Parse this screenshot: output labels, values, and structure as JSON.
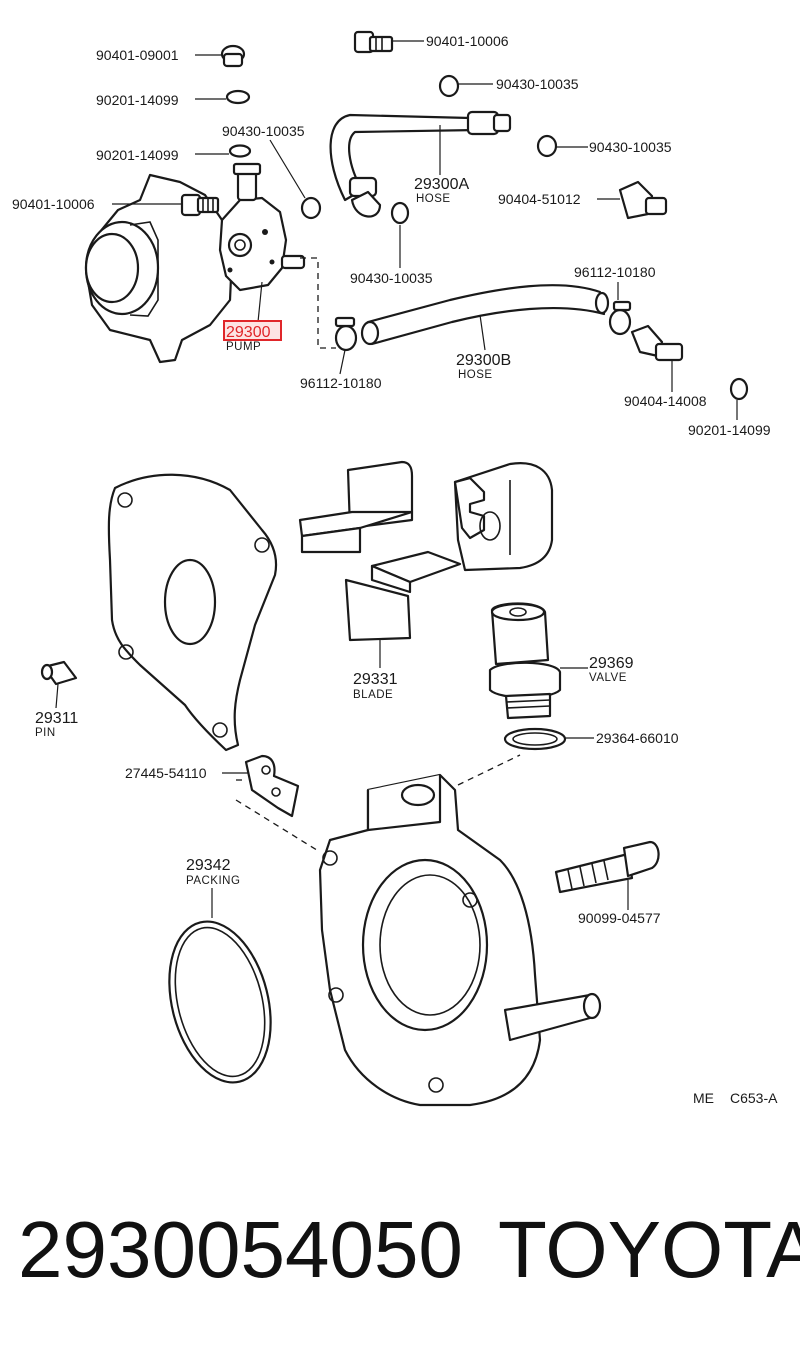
{
  "labels": {
    "p90401_09001": "90401-09001",
    "p90201_14099_a": "90201-14099",
    "p90430_10035_a": "90430-10035",
    "p90201_14099_b": "90201-14099",
    "p90401_10006_a": "90401-10006",
    "p90401_10006_b": "90401-10006",
    "p90430_10035_b": "90430-10035",
    "p90430_10035_c": "90430-10035",
    "p90404_51012": "90404-51012",
    "p29300a": "29300A",
    "p29300a_sub": "HOSE",
    "p90430_10035_d": "90430-10035",
    "p96112_10180_a": "96112-10180",
    "p29300": "29300",
    "p29300_sub": "PUMP",
    "p96112_10180_b": "96112-10180",
    "p29300b": "29300B",
    "p29300b_sub": "HOSE",
    "p90404_14008": "90404-14008",
    "p90201_14099_c": "90201-14099",
    "p29331": "29331",
    "p29331_sub": "BLADE",
    "p29369": "29369",
    "p29369_sub": "VALVE",
    "p29311": "29311",
    "p29311_sub": "PIN",
    "p29364_66010": "29364-66010",
    "p27445_54110": "27445-54110",
    "p29342": "29342",
    "p29342_sub": "PACKING",
    "p90099_04577": "90099-04577",
    "ref_me": "ME",
    "ref_code": "C653-A"
  },
  "footer": {
    "part_number": "2930054050",
    "brand": "TOYOTA"
  },
  "colors": {
    "ink": "#1a1a1a",
    "highlight": "#e0262a",
    "highlight_fill": "#fde4e4"
  }
}
